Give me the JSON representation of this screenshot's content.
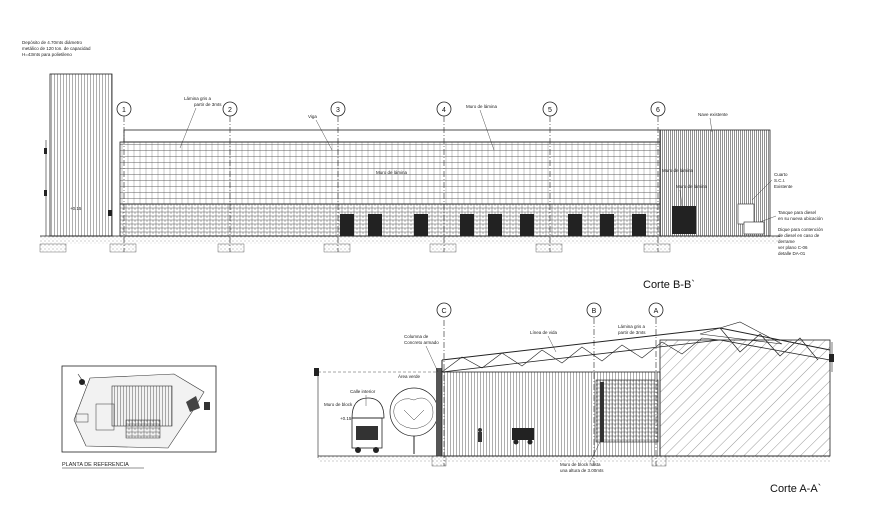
{
  "sections": {
    "bb": {
      "title": "Corte B-B`",
      "axes": [
        "1",
        "2",
        "3",
        "4",
        "5",
        "6"
      ],
      "notes": {
        "silo": [
          "Depósito de 4.70mts diámetro",
          "metálico de 120 ton. de capacidad",
          "H=43mts para polietileno"
        ],
        "lamina": [
          "Lámina gris a",
          "partir de 3mts"
        ],
        "viga": "Viga",
        "muro_lamina": "Muro de lámina",
        "nave": "Nave existente",
        "cuarto": [
          "Cuarto",
          "S.C.I.",
          "Existente"
        ],
        "tanque": [
          "Tanque para diesel",
          "en su nueva ubicación"
        ],
        "dique": [
          "Dique para contención",
          "de diesel en caso de",
          "derrame",
          "ver plano C-06",
          "detalle DA-01"
        ],
        "level": "+0.15"
      }
    },
    "aa": {
      "title": "Corte A-A`",
      "axes": [
        "C",
        "B",
        "A"
      ],
      "notes": {
        "columna": [
          "Columna de",
          "Concreto armado"
        ],
        "linea_vida": "Línea de vida",
        "lamina": [
          "Lámina gris a",
          "partir de 3mts"
        ],
        "area_verde": "Área verde",
        "calle": "Calle interior",
        "muro_block": "Muro de block",
        "muro_block_alt": [
          "Muro de block hasta",
          "una altura de 3.00mts"
        ],
        "level": "+0.15"
      }
    },
    "ref": {
      "title": "PLANTA DE REFERENCIA"
    }
  },
  "colors": {
    "line": "#222222",
    "hatch": "#555555",
    "ground": "#999999"
  }
}
